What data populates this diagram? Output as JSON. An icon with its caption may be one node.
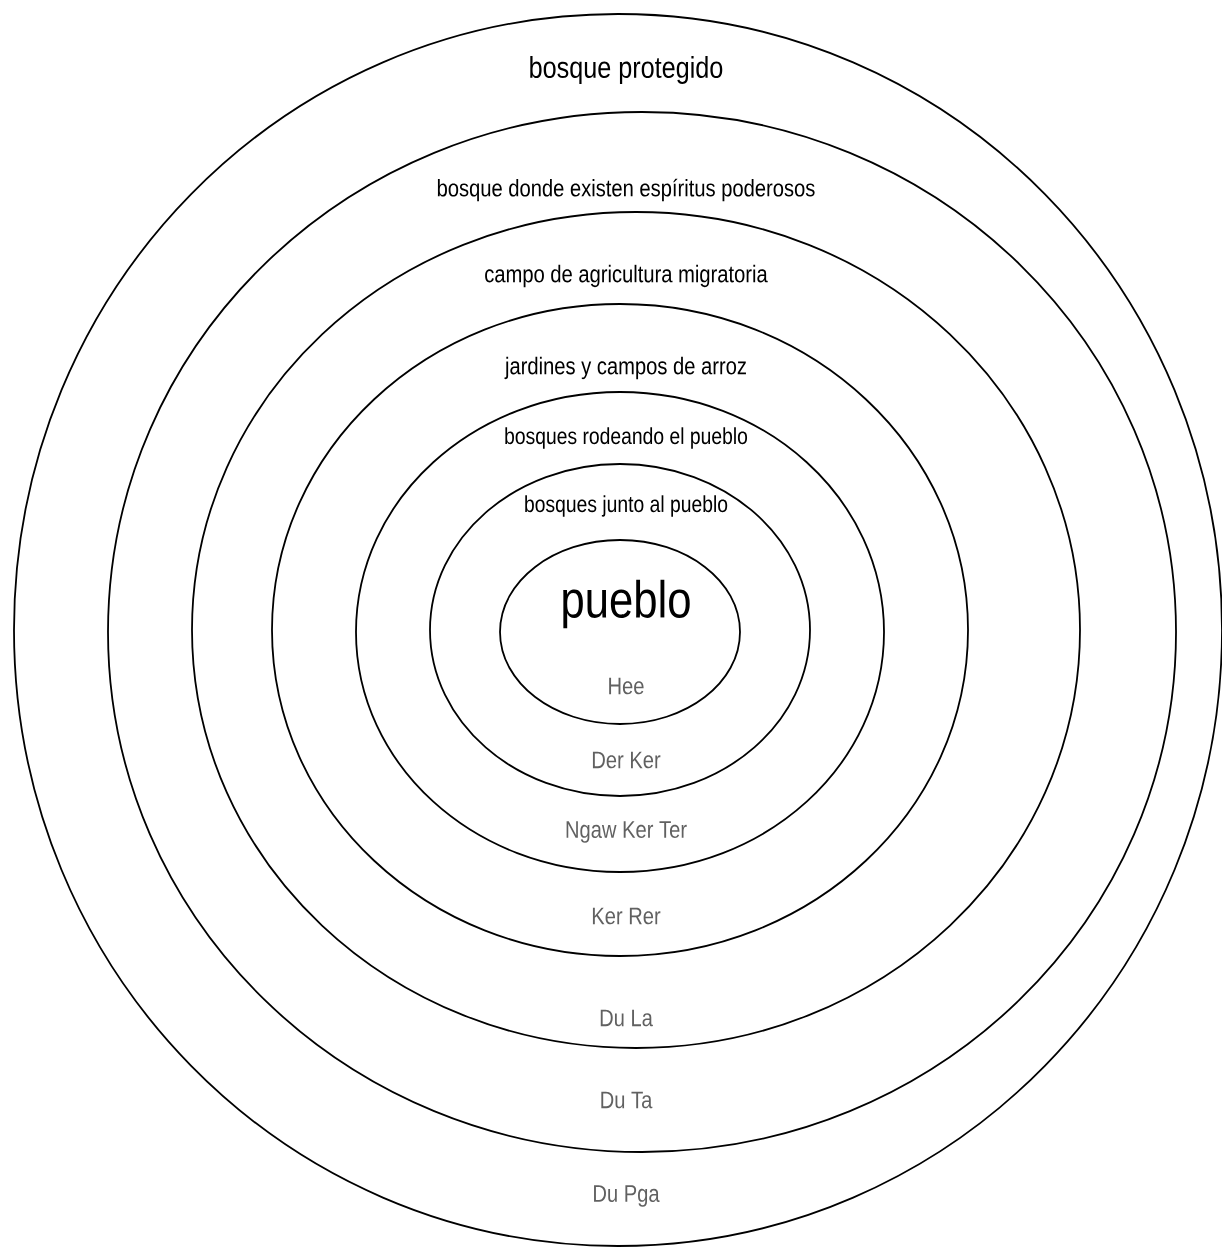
{
  "diagram": {
    "nodes": [
      {
        "text": [
          "bosque protegido",
          "Du Pga"
        ]
      },
      {
        "text": [
          "bosque donde existen espíritus poderosos",
          "Du Ta"
        ],
        "in": 0
      },
      {
        "text": [
          "campo de agricultura migratoria",
          "Du La"
        ],
        "in": 1
      },
      {
        "text": [
          "jardines y campos de arroz",
          "Ker Rer"
        ],
        "in": 2
      },
      {
        "text": [
          "bosques rodeando el pueblo",
          "Ngaw Ker Ter"
        ],
        "in": 3
      },
      {
        "text": [
          "bosques junto al pueblo",
          "Der Ker"
        ],
        "in": 4
      },
      {
        "text": [
          "pueblo",
          "Hee"
        ],
        "in": 5
      }
    ]
  }
}
